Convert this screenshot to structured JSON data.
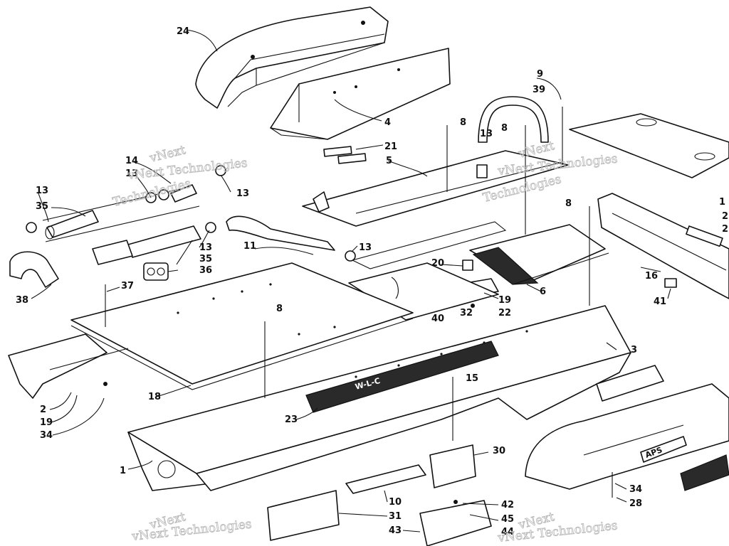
{
  "diagram": {
    "type": "exploded-parts-diagram",
    "callouts": {
      "c1": "1",
      "c2": "2",
      "c3": "3",
      "c4": "4",
      "c5": "5",
      "c6": "6",
      "c8a": "8",
      "c8b": "8",
      "c8c": "8",
      "c8d": "8",
      "c9": "9",
      "c10": "10",
      "c11": "11",
      "c13a": "13",
      "c13b": "13",
      "c13c": "13",
      "c13d": "13",
      "c13e": "13",
      "c13f": "13",
      "c14": "14",
      "c15": "15",
      "c16": "16",
      "c18": "18",
      "c19a": "19",
      "c19b": "19",
      "c20": "20",
      "c21": "21",
      "c22": "22",
      "c23": "23",
      "c24": "24",
      "c28": "28",
      "c30": "30",
      "c31": "31",
      "c32": "32",
      "c34a": "34",
      "c34b": "34",
      "c35a": "35",
      "c35b": "35",
      "c36": "36",
      "c37": "37",
      "c38": "38",
      "c39": "39",
      "c40": "40",
      "c41": "41",
      "c42": "42",
      "c43": "43",
      "c44": "44",
      "c45": "45",
      "c1x": "1",
      "c2x": "2",
      "c2y": "2"
    },
    "watermarks": {
      "w1": "vNext",
      "w2": "vNext Technologies",
      "w3": "Technologies",
      "w4": "vNext",
      "w5": "vNext Technologies",
      "w6": "Technologies",
      "w7": "vNext",
      "w8": "vNext Technologies",
      "w9": "vNext",
      "w10": "vNext Technologies"
    },
    "decals": {
      "tunnel_logo": "W-L-C",
      "rear_plate": "APS"
    }
  }
}
